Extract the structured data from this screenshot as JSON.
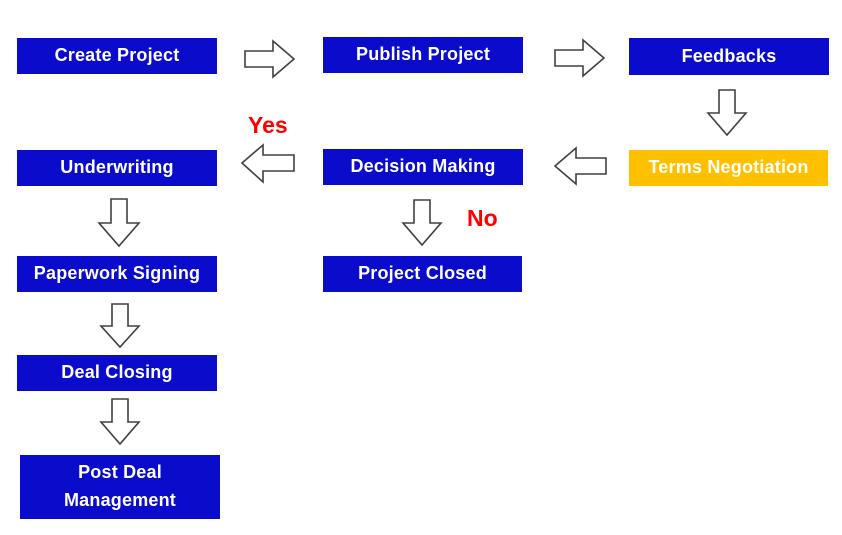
{
  "colors": {
    "background": "#ffffff",
    "node_blue": "#0b0bcb",
    "node_gold": "#ffc000",
    "node_text": "#ffffff",
    "decision_label": "#ff0000",
    "arrow_fill": "#ffffff",
    "arrow_stroke": "#404040"
  },
  "nodes": {
    "create_project": {
      "label": "Create Project"
    },
    "publish_project": {
      "label": "Publish Project"
    },
    "feedbacks": {
      "label": "Feedbacks"
    },
    "terms_negotiation": {
      "label": "Terms Negotiation"
    },
    "decision_making": {
      "label": "Decision Making"
    },
    "underwriting": {
      "label": "Underwriting"
    },
    "project_closed": {
      "label": "Project Closed"
    },
    "paperwork_signing": {
      "label": "Paperwork Signing"
    },
    "deal_closing": {
      "label": "Deal Closing"
    },
    "post_deal_management": {
      "label": "Post Deal Management"
    }
  },
  "edge_labels": {
    "yes": "Yes",
    "no": "No"
  },
  "edges": [
    {
      "from": "Create Project",
      "to": "Publish Project",
      "direction": "right"
    },
    {
      "from": "Publish Project",
      "to": "Feedbacks",
      "direction": "right"
    },
    {
      "from": "Feedbacks",
      "to": "Terms Negotiation",
      "direction": "down"
    },
    {
      "from": "Terms Negotiation",
      "to": "Decision Making",
      "direction": "left"
    },
    {
      "from": "Decision Making",
      "to": "Underwriting",
      "direction": "left",
      "label": "Yes"
    },
    {
      "from": "Decision Making",
      "to": "Project Closed",
      "direction": "down",
      "label": "No"
    },
    {
      "from": "Underwriting",
      "to": "Paperwork Signing",
      "direction": "down"
    },
    {
      "from": "Paperwork Signing",
      "to": "Deal Closing",
      "direction": "down"
    },
    {
      "from": "Deal Closing",
      "to": "Post Deal Management",
      "direction": "down"
    }
  ]
}
